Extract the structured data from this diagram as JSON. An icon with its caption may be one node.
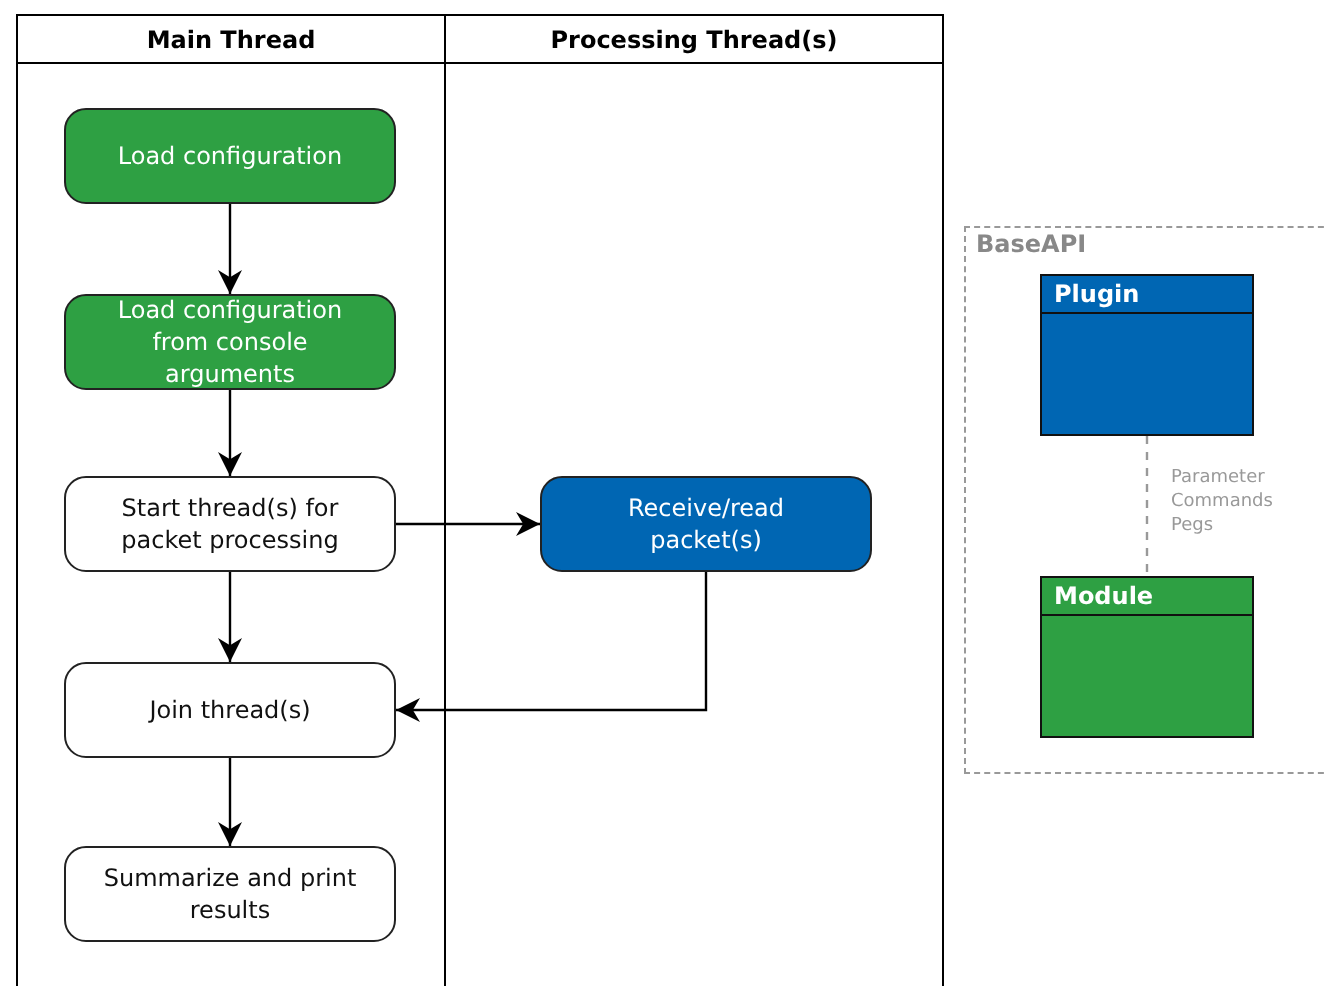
{
  "diagram": {
    "nodes": [
      {
        "text": [
          "Main Thread"
        ]
      },
      {
        "text": [
          "Processing Thread(s)"
        ]
      },
      {
        "text": [
          "Load configuration"
        ],
        "in": 0
      },
      {
        "text": [
          "Load configuration from console arguments"
        ],
        "in": 0
      },
      {
        "text": [
          "Start thread(s) for packet processing"
        ],
        "in": 0
      },
      {
        "text": [
          "Join thread(s)"
        ],
        "in": 0
      },
      {
        "text": [
          "Summarize and print results"
        ],
        "in": 0
      },
      {
        "text": [
          "Receive/read packet(s)"
        ],
        "in": 1
      },
      {
        "text": [
          "BaseAPI"
        ]
      },
      {
        "text": [
          "Plugin"
        ],
        "in": 8
      },
      {
        "text": [
          "Module"
        ],
        "in": 8
      }
    ],
    "edges": [
      {
        "from": 2,
        "to": 3,
        "arrow": "to"
      },
      {
        "from": 3,
        "to": 4,
        "arrow": "to"
      },
      {
        "from": 4,
        "to": 7,
        "arrow": "to"
      },
      {
        "from": 4,
        "to": 5,
        "arrow": "to"
      },
      {
        "from": 7,
        "to": 5,
        "arrow": "to"
      },
      {
        "from": 5,
        "to": 6,
        "arrow": "to"
      },
      {
        "from": 9,
        "to": 10,
        "arrow": "none",
        "label": "Parameter Commands Pegs",
        "style": "dashed",
        "color": "#999999"
      }
    ]
  }
}
